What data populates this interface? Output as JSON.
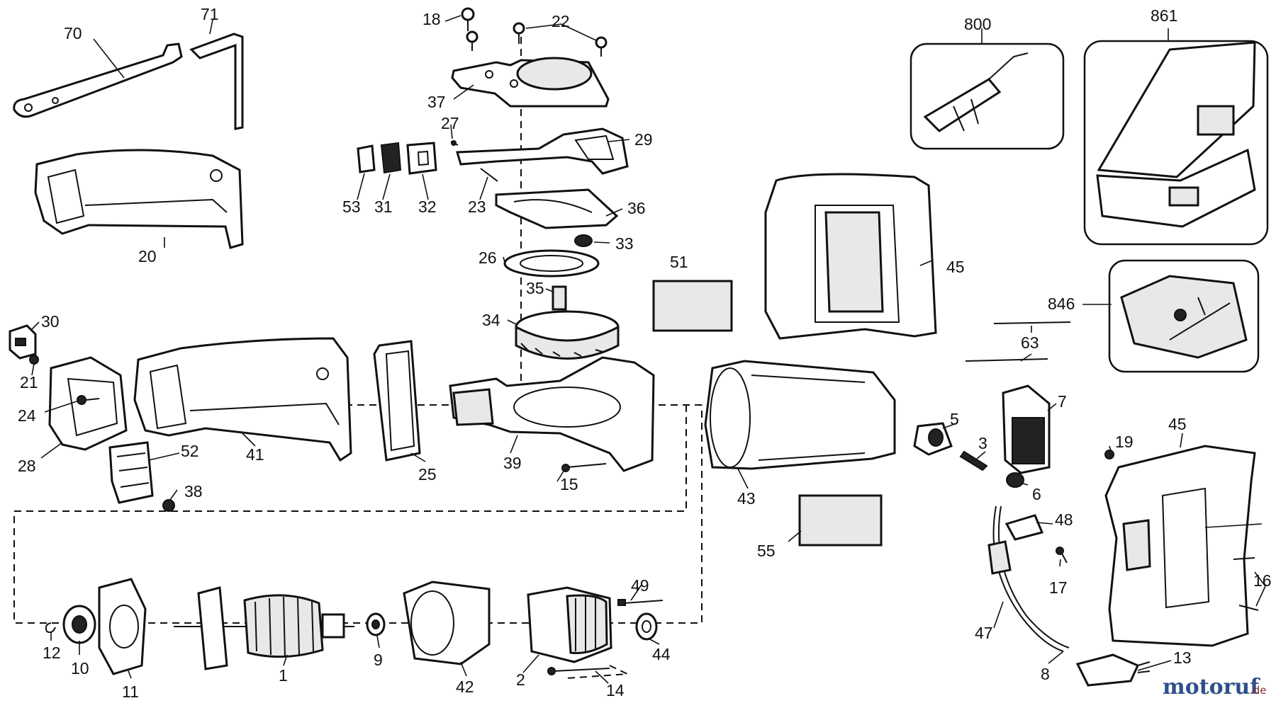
{
  "parts": [
    {
      "id": "part-70",
      "label": "70"
    },
    {
      "id": "part-71",
      "label": "71"
    },
    {
      "id": "part-20",
      "label": "20"
    },
    {
      "id": "part-18",
      "label": "18"
    },
    {
      "id": "part-22",
      "label": "22"
    },
    {
      "id": "part-37",
      "label": "37"
    },
    {
      "id": "part-27",
      "label": "27"
    },
    {
      "id": "part-29",
      "label": "29"
    },
    {
      "id": "part-53",
      "label": "53"
    },
    {
      "id": "part-31",
      "label": "31"
    },
    {
      "id": "part-32",
      "label": "32"
    },
    {
      "id": "part-23",
      "label": "23"
    },
    {
      "id": "part-36",
      "label": "36"
    },
    {
      "id": "part-33",
      "label": "33"
    },
    {
      "id": "part-26",
      "label": "26"
    },
    {
      "id": "part-35",
      "label": "35"
    },
    {
      "id": "part-34",
      "label": "34"
    },
    {
      "id": "part-51",
      "label": "51"
    },
    {
      "id": "part-800",
      "label": "800"
    },
    {
      "id": "part-861",
      "label": "861"
    },
    {
      "id": "part-45-top",
      "label": "45"
    },
    {
      "id": "part-846",
      "label": "846"
    },
    {
      "id": "part-63",
      "label": "63"
    },
    {
      "id": "part-30",
      "label": "30"
    },
    {
      "id": "part-21",
      "label": "21"
    },
    {
      "id": "part-24",
      "label": "24"
    },
    {
      "id": "part-28",
      "label": "28"
    },
    {
      "id": "part-41",
      "label": "41"
    },
    {
      "id": "part-52",
      "label": "52"
    },
    {
      "id": "part-38",
      "label": "38"
    },
    {
      "id": "part-25",
      "label": "25"
    },
    {
      "id": "part-39",
      "label": "39"
    },
    {
      "id": "part-15",
      "label": "15"
    },
    {
      "id": "part-43",
      "label": "43"
    },
    {
      "id": "part-5",
      "label": "5"
    },
    {
      "id": "part-3",
      "label": "3"
    },
    {
      "id": "part-7",
      "label": "7"
    },
    {
      "id": "part-6",
      "label": "6"
    },
    {
      "id": "part-55",
      "label": "55"
    },
    {
      "id": "part-19",
      "label": "19"
    },
    {
      "id": "part-45-bottom",
      "label": "45"
    },
    {
      "id": "part-48",
      "label": "48"
    },
    {
      "id": "part-17",
      "label": "17"
    },
    {
      "id": "part-16",
      "label": "16"
    },
    {
      "id": "part-47",
      "label": "47"
    },
    {
      "id": "part-8",
      "label": "8"
    },
    {
      "id": "part-13",
      "label": "13"
    },
    {
      "id": "part-12",
      "label": "12"
    },
    {
      "id": "part-10",
      "label": "10"
    },
    {
      "id": "part-11",
      "label": "11"
    },
    {
      "id": "part-1",
      "label": "1"
    },
    {
      "id": "part-9",
      "label": "9"
    },
    {
      "id": "part-42",
      "label": "42"
    },
    {
      "id": "part-2",
      "label": "2"
    },
    {
      "id": "part-49",
      "label": "49"
    },
    {
      "id": "part-44",
      "label": "44"
    },
    {
      "id": "part-14",
      "label": "14"
    }
  ],
  "watermark": {
    "brand": "motoruf",
    "suffix": ".de"
  },
  "colors": {
    "ink": "#111111",
    "paper": "#ffffff",
    "watermark_brand": "#2f4f8a",
    "watermark_suffix": "#8a2a2a"
  }
}
